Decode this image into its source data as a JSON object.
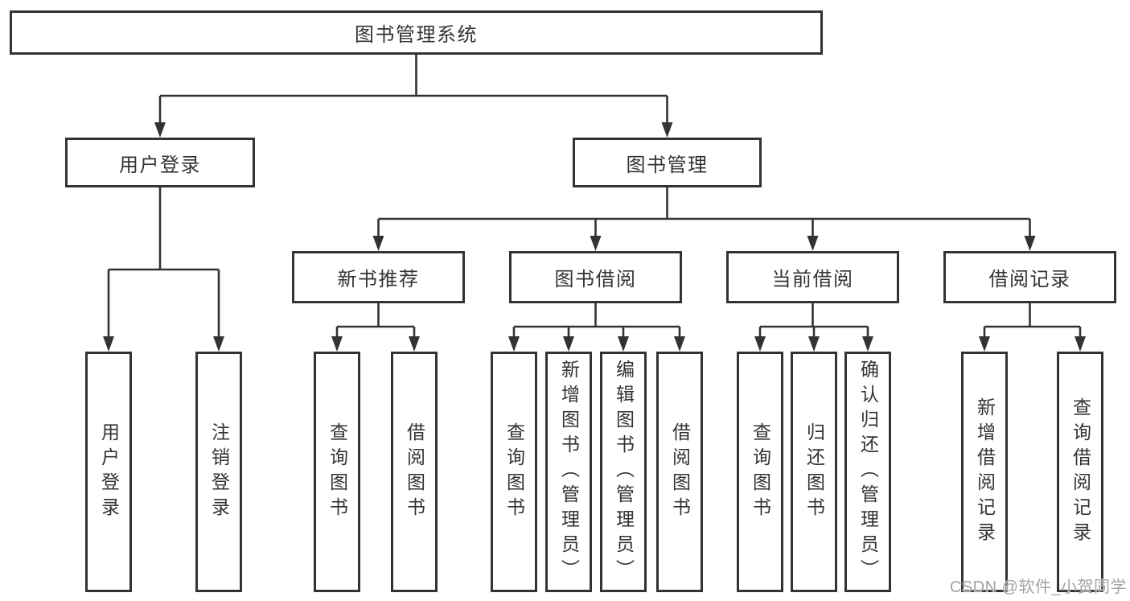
{
  "colors": {
    "background": "#ffffff",
    "line": "#333333",
    "box_border": "#333333",
    "box_fill": "#ffffff",
    "text": "#333333",
    "watermark": "#9e9e9e"
  },
  "watermark": {
    "text": "CSDN @软件_小贺同学"
  },
  "tree": {
    "root": {
      "label": "图书管理系统",
      "children": [
        {
          "label": "用户登录",
          "children": [
            {
              "label": "用户登录"
            },
            {
              "label": "注销登录"
            }
          ]
        },
        {
          "label": "图书管理",
          "children": [
            {
              "label": "新书推荐",
              "children": [
                {
                  "label": "查询图书"
                },
                {
                  "label": "借阅图书"
                }
              ]
            },
            {
              "label": "图书借阅",
              "children": [
                {
                  "label": "查询图书"
                },
                {
                  "label": "新增图书（管理员）"
                },
                {
                  "label": "编辑图书（管理员）"
                },
                {
                  "label": "借阅图书"
                }
              ]
            },
            {
              "label": "当前借阅",
              "children": [
                {
                  "label": "查询图书"
                },
                {
                  "label": "归还图书"
                },
                {
                  "label": "确认归还（管理员）"
                }
              ]
            },
            {
              "label": "借阅记录",
              "children": [
                {
                  "label": "新增借阅记录"
                },
                {
                  "label": "查询借阅记录"
                }
              ]
            }
          ]
        }
      ]
    }
  }
}
